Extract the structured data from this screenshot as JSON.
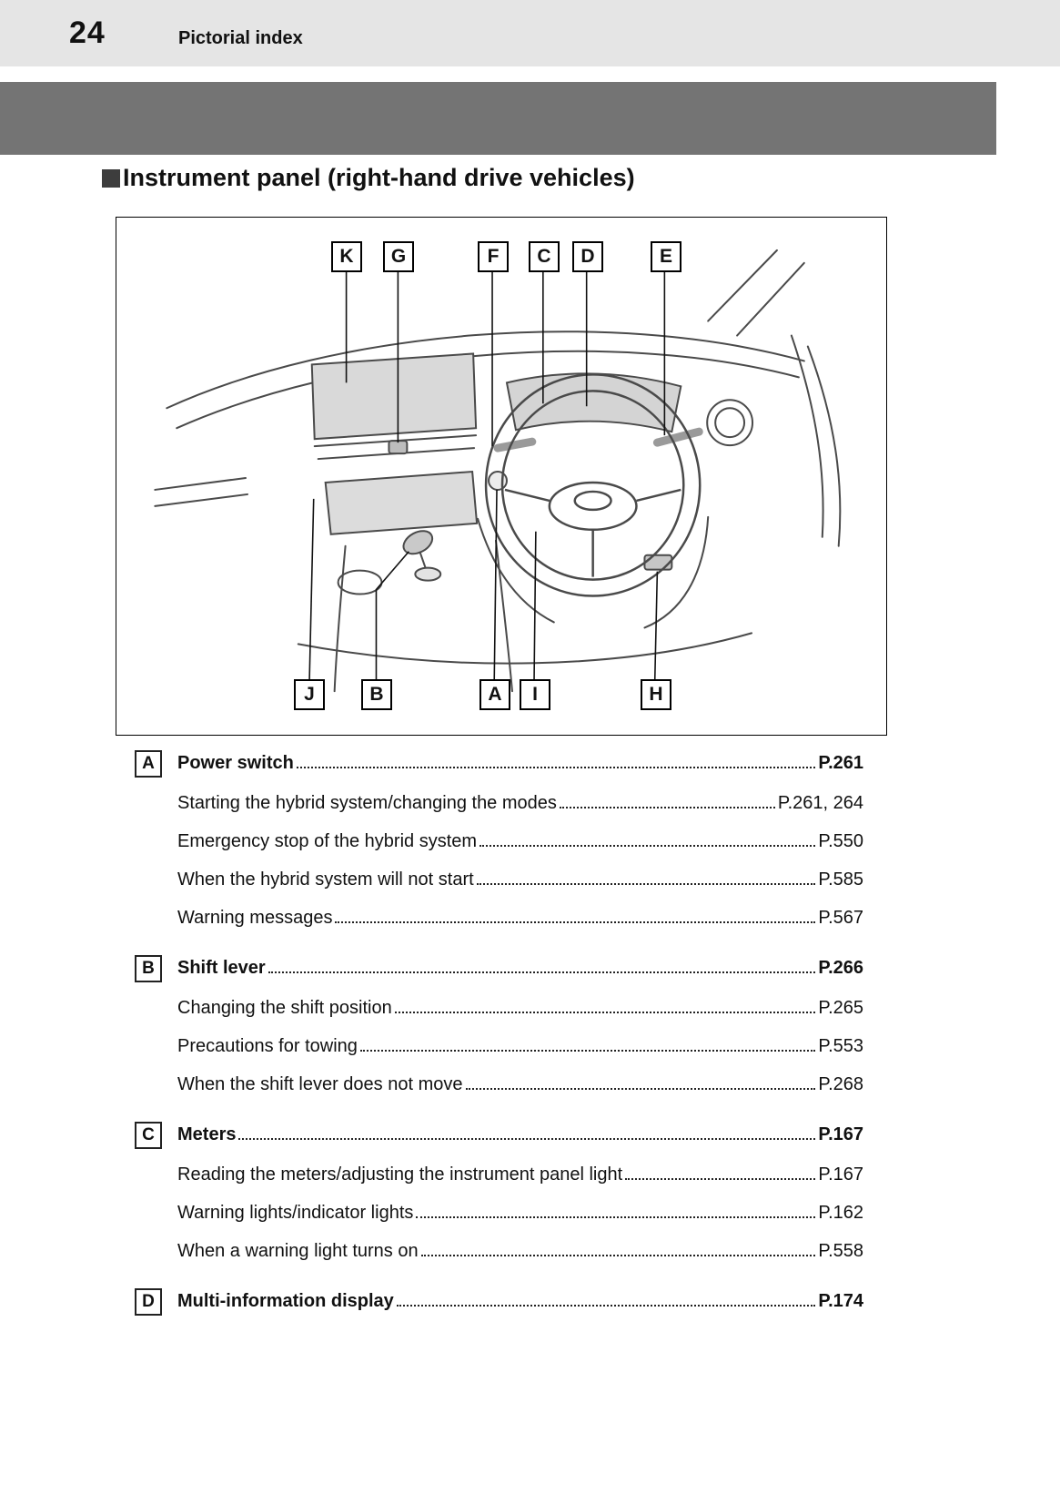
{
  "header": {
    "page_number": "24",
    "section_label": "Pictorial index"
  },
  "heading": "Instrument panel (right-hand drive vehicles)",
  "diagram": {
    "description": "instrument-panel-line-drawing",
    "callouts": [
      "K",
      "G",
      "F",
      "C",
      "D",
      "E",
      "J",
      "B",
      "A",
      "I",
      "H"
    ]
  },
  "index": {
    "sections": [
      {
        "letter": "A",
        "title": "Power switch",
        "page": "P.261",
        "items": [
          {
            "label": "Starting the hybrid system/changing the modes",
            "page": "P.261, 264"
          },
          {
            "label": "Emergency stop of the hybrid system",
            "page": "P.550"
          },
          {
            "label": "When the hybrid system will not start",
            "page": "P.585"
          },
          {
            "label": "Warning messages",
            "page": "P.567"
          }
        ]
      },
      {
        "letter": "B",
        "title": "Shift lever",
        "page": "P.266",
        "items": [
          {
            "label": "Changing the shift position",
            "page": "P.265"
          },
          {
            "label": "Precautions for towing",
            "page": "P.553"
          },
          {
            "label": "When the shift lever does not move",
            "page": "P.268"
          }
        ]
      },
      {
        "letter": "C",
        "title": "Meters",
        "page": "P.167",
        "items": [
          {
            "label": "Reading the meters/adjusting the instrument panel light",
            "page": "P.167"
          },
          {
            "label": "Warning lights/indicator lights",
            "page": "P.162"
          },
          {
            "label": "When a warning light turns on",
            "page": "P.558"
          }
        ]
      },
      {
        "letter": "D",
        "title": "Multi-information display",
        "page": "P.174",
        "items": []
      }
    ]
  }
}
